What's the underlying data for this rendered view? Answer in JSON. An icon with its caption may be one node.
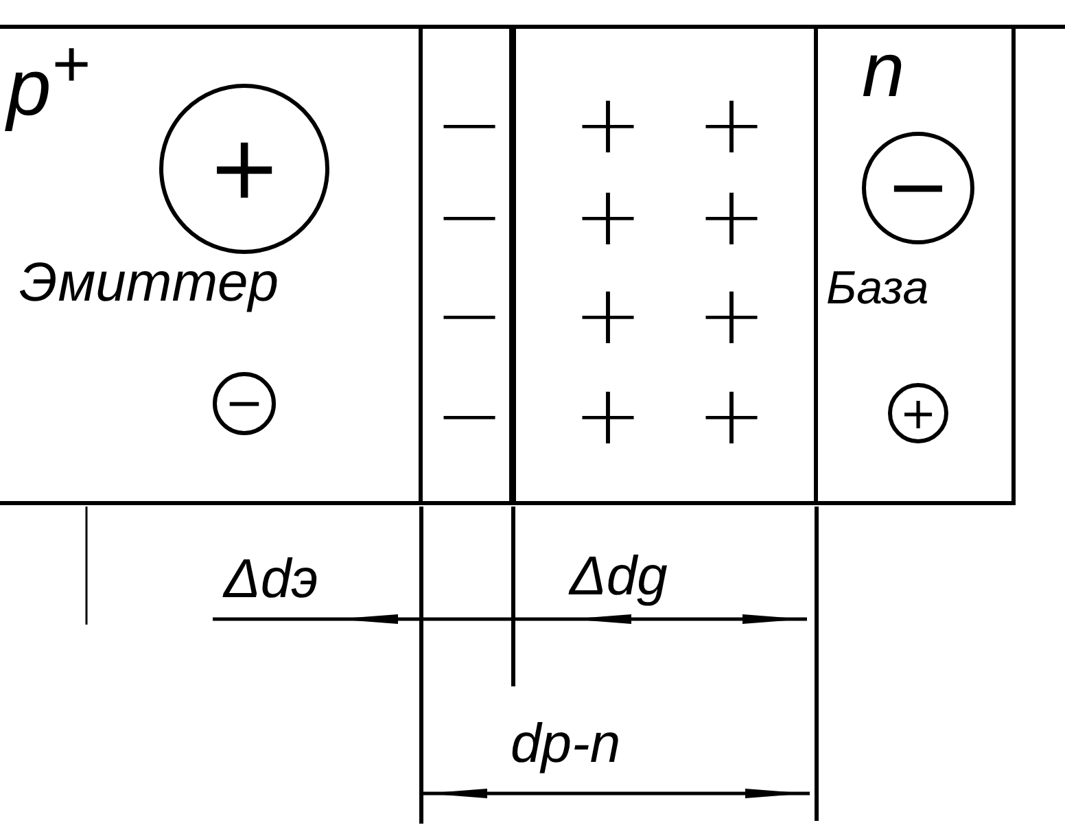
{
  "diagram": {
    "nodes": [
      {
        "text": [
          "p$^{+}$",
          "+",
          "Эмиттер",
          "−"
        ]
      },
      {
        "text": [
          "−",
          "−",
          "−",
          "−"
        ]
      },
      {
        "text": [
          "+",
          "+",
          "+",
          "+",
          "+",
          "+",
          "+",
          "+"
        ]
      },
      {
        "text": [
          "n",
          "−",
          "База",
          "+"
        ]
      }
    ],
    "labels": [
      "Δdэ",
      "Δdg",
      "dp-n"
    ]
  }
}
